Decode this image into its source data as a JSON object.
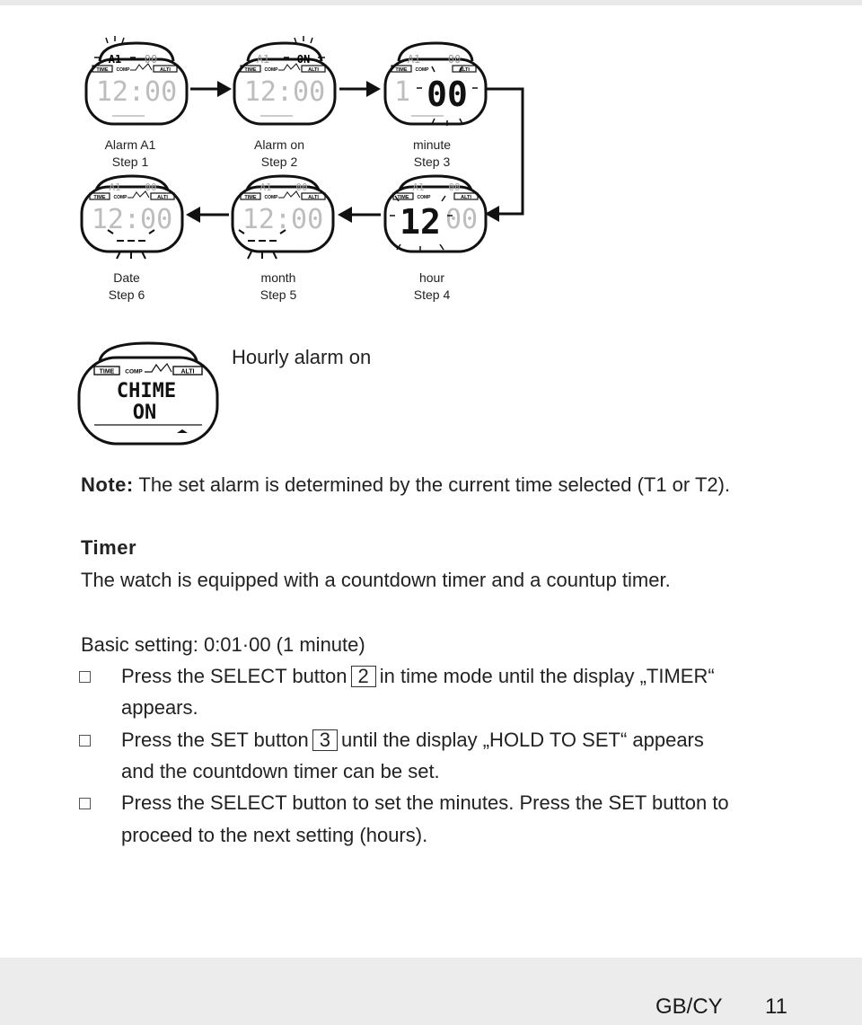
{
  "diagram": {
    "row1": [
      {
        "label": "Alarm A1",
        "step": "Step 1",
        "lcd_top_left": "A1",
        "lcd_top_right": "00",
        "lcd_main": "12:00"
      },
      {
        "label": "Alarm on",
        "step": "Step 2",
        "lcd_top_left": "A1",
        "lcd_top_right": "ON",
        "lcd_main": "12:00"
      },
      {
        "label": "minute",
        "step": "Step 3",
        "lcd_top_left": "A1",
        "lcd_top_right": "00",
        "lcd_main": "00"
      }
    ],
    "row2": [
      {
        "label": "Date",
        "step": "Step 6",
        "lcd_top_left": "A1",
        "lcd_top_right": "00",
        "lcd_main": "12:00"
      },
      {
        "label": "month",
        "step": "Step 5",
        "lcd_top_left": "A1",
        "lcd_top_right": "00",
        "lcd_main": "12:00"
      },
      {
        "label": "hour",
        "step": "Step 4",
        "lcd_top_left": "A1",
        "lcd_top_right": "00",
        "lcd_main": "12"
      }
    ],
    "watch_labels": {
      "time": "TIME",
      "comp": "COMP",
      "alti": "ALTI"
    },
    "chime": {
      "title": "Hourly alarm on",
      "line1": "CHIME",
      "line2": "ON"
    }
  },
  "note": {
    "label": "Note:",
    "text": " The set alarm is determined by the current time selected (T1 or T2)."
  },
  "timer": {
    "heading": "Timer",
    "description": "The watch is equipped with a countdown timer and a countup timer.",
    "basic_setting": "Basic setting: 0:01·00 (1 minute)",
    "bullets": [
      {
        "pre": "Press the SELECT button",
        "key": "2",
        "post": "in time mode until the display „TIMER“",
        "cont": "appears."
      },
      {
        "pre": "Press the SET button",
        "key": "3",
        "post": "until the display „HOLD TO SET“ appears",
        "cont": "and the countdown timer can be set."
      },
      {
        "pre": "Press the SELECT button to set the minutes. Press the SET button to",
        "key": "",
        "post": "",
        "cont": "proceed to the next setting (hours)."
      }
    ]
  },
  "footer": {
    "lang": "GB/CY",
    "page": "11"
  }
}
